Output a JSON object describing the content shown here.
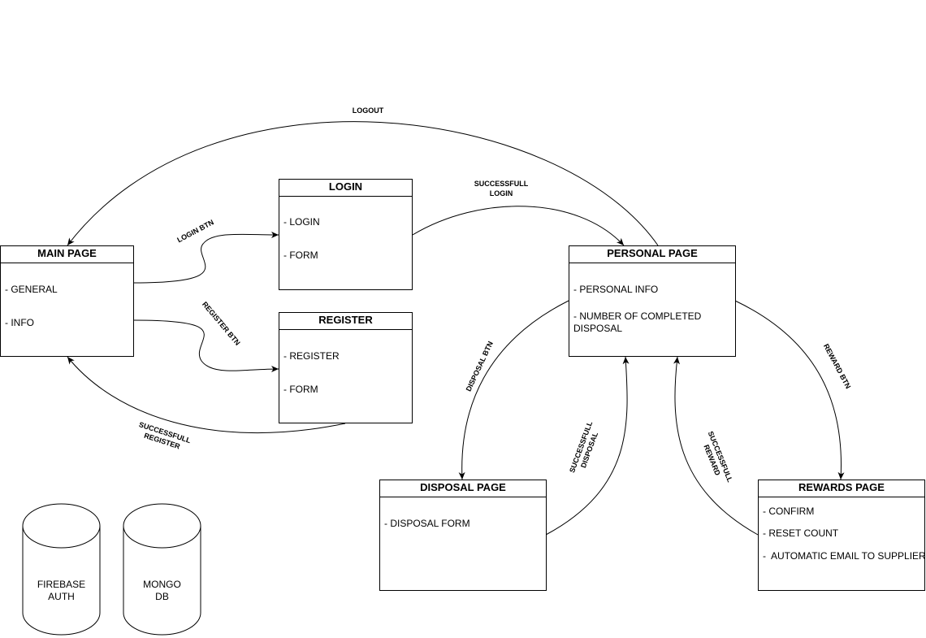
{
  "boxes": {
    "main": {
      "title": "MAIN PAGE",
      "items": [
        "- GENERAL",
        "- INFO"
      ]
    },
    "login": {
      "title": "LOGIN",
      "items": [
        "- LOGIN",
        "- FORM"
      ]
    },
    "register": {
      "title": "REGISTER",
      "items": [
        "- REGISTER",
        "- FORM"
      ]
    },
    "personal": {
      "title": "PERSONAL PAGE",
      "items": [
        "- PERSONAL INFO",
        "- NUMBER OF COMPLETED DISPOSAL"
      ]
    },
    "disposal": {
      "title": "DISPOSAL PAGE",
      "items": [
        "- DISPOSAL FORM"
      ]
    },
    "rewards": {
      "title": "REWARDS PAGE",
      "items": [
        "- CONFIRM",
        "- RESET COUNT",
        "-  AUTOMATIC EMAIL TO SUPPLIER"
      ]
    }
  },
  "edges": {
    "logout": "LOGOUT",
    "login_btn": "LOGIN BTN",
    "register_btn": "REGISTER BTN",
    "successfull_login": [
      "SUCCESSFULL",
      "LOGIN"
    ],
    "successfull_register": [
      "SUCCESSFULL",
      "REGISTER"
    ],
    "disposal_btn": "DISPOSAL BTN",
    "successfull_disposal": [
      "SUCCESSFULL",
      "DISPOSAL"
    ],
    "successfull_reward": [
      "SUCCESSFULL",
      "REWARD"
    ],
    "reward_btn": "REWARD BTN"
  },
  "databases": {
    "firebase": "FIREBASE\nAUTH",
    "mongo": "MONGO\nDB"
  }
}
